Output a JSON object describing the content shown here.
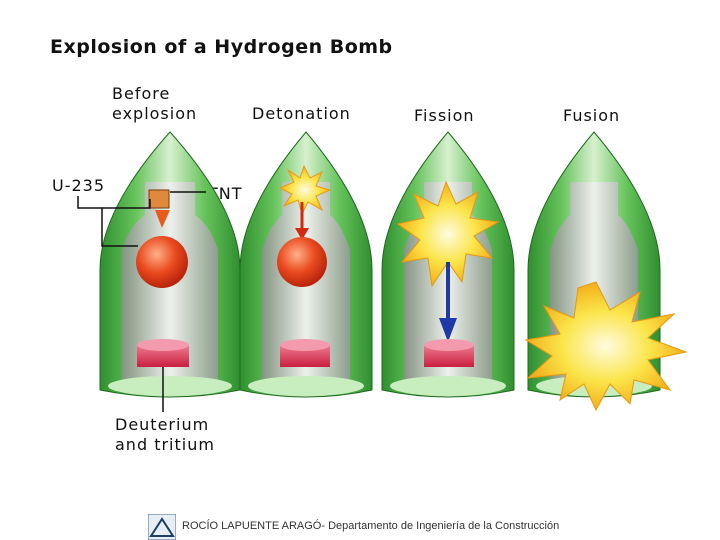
{
  "title": "Explosion of a Hydrogen Bomb",
  "stages": {
    "before": [
      "Before",
      "explosion"
    ],
    "detonation": "Detonation",
    "fission": "Fission",
    "fusion": "Fusion"
  },
  "labels": {
    "u235": "U-235",
    "tnt": "TNT",
    "deuterium": [
      "Deuterium",
      "and tritium"
    ]
  },
  "footer": {
    "text": "ROCÍO LAPUENTE ARAGÓ- Departamento de Ingeniería de la Construcción"
  },
  "colors": {
    "shell_green": "#3fae3f",
    "shell_light": "#b9e6b0",
    "core_red": "#e8431f",
    "fuel_pink": "#e0355c",
    "blast_yellow": "#f6d21a",
    "arrow_blue": "#1f3aa8"
  }
}
